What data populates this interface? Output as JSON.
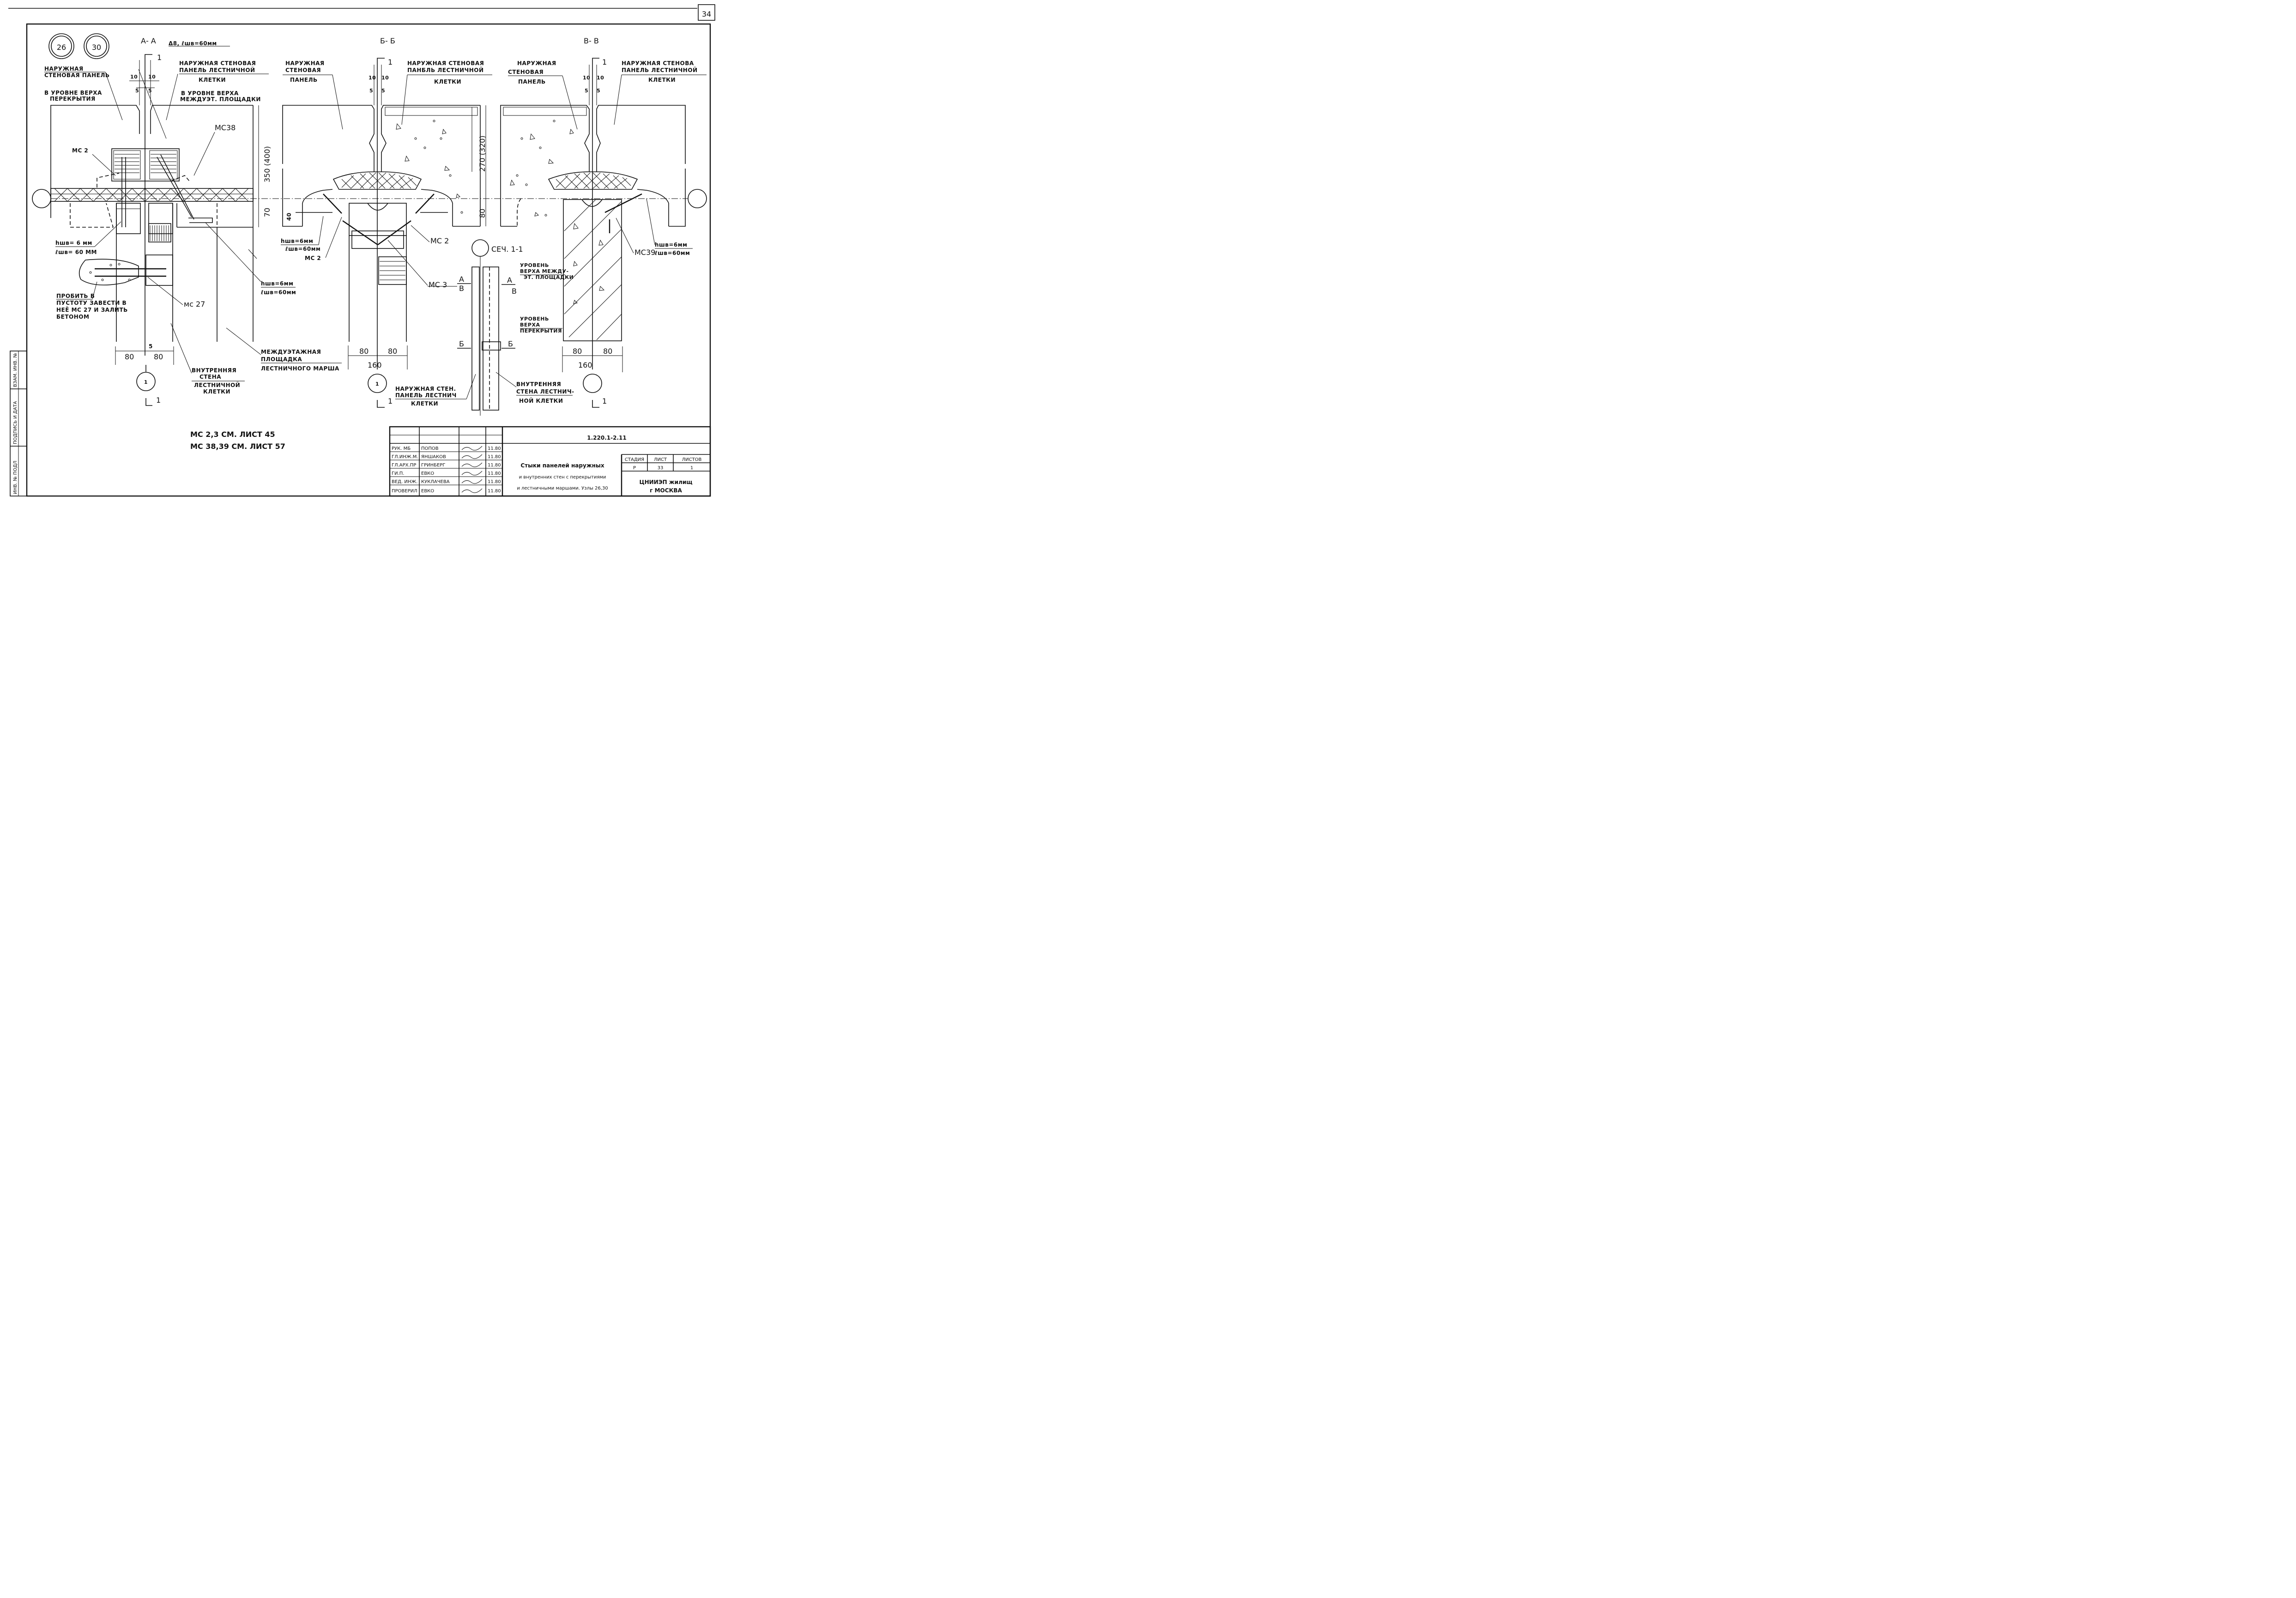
{
  "sheet_number": "34",
  "node_marks": {
    "node_a": "26",
    "node_b": "30"
  },
  "sections": {
    "aa": "А- А",
    "bb": "Б- Б",
    "vv": "В- В",
    "sec11": "СЕЧ. 1-1",
    "cut_mark": "1",
    "axis_mark": "1"
  },
  "labels": {
    "ext_panel": "НАРУЖНАЯ СТЕНОВАЯ ПАНЕЛЬ",
    "ext_panel_l1": "НАРУЖНАЯ",
    "ext_panel_l2": "СТЕНОВАЯ ПАНЕЛЬ",
    "ext_panel_b_l1": "НАРУЖНАЯ",
    "ext_panel_b_l2": "СТЕНОВАЯ",
    "ext_panel_b_l3": "ПАНЕЛЬ",
    "ext_panel_v_l1": "НАРУЖНАЯ",
    "ext_panel_v_l2": "СТЕНОВАЯ",
    "ext_panel_v_l3": "ПАНЕЛЬ",
    "level_floor_l1": "В УРОВНЕ ВЕРХА",
    "level_floor_l2": "ПЕРЕКРЫТИЯ",
    "stair_panel_a_l1": "НАРУЖНАЯ СТЕНОВАЯ",
    "stair_panel_a_l2": "ПАНЕЛЬ ЛЕСТНИЧНОЙ",
    "stair_panel_a_l3": "КЛЕТКИ",
    "level_landing_l1": "В УРОВНЕ ВЕРХА",
    "level_landing_l2": "МЕЖДУЭТ. ПЛОЩАДКИ",
    "stair_panel_b_l1": "НАРУЖНАЯ СТЕНОВАЯ",
    "stair_panel_b_l2": "ПАНБЛЬ ЛЕСТНИЧНОЙ",
    "stair_panel_b_l3": "КЛЕТКИ",
    "stair_panel_v_l1": "НАРУЖНАЯ СТЕНОВА",
    "stair_panel_v_l2": "ПАНЕЛЬ ЛЕСТНИЧНОЙ",
    "stair_panel_v_l3": "КЛЕТКИ",
    "weld_a_top": "Δ8, ℓшв=60мм",
    "ms2": "МС 2",
    "ms38": "МС38",
    "ms2_b": "МС 2",
    "ms2_c": "МС 2",
    "ms3": "МС 3",
    "ms39": "МС39",
    "ms27": "мс 27",
    "weld_a1_l1": "hшв= 6 мм",
    "weld_a1_l2": "ℓшв= 60 ММ",
    "weld_a2_l1": "hшв=6мм",
    "weld_a2_l2": "ℓшв=60мм",
    "weld_b_l1": "hшв=6мм",
    "weld_b_l2": "ℓшв=60мм",
    "weld_v_l1": "hшв=6мм",
    "weld_v_l2": "ℓшв=60мм",
    "punch_l1": "ПРОБИТЬ В",
    "punch_l2": "ПУСТОТУ ЗАВЕСТИ В",
    "punch_l3": "НЕЁ МС 27 И ЗАЛИТЬ",
    "punch_l4": "БЕТОНОМ",
    "landing_l1": "МЕЖДУЭТАЖНАЯ",
    "landing_l2": "ПЛОЩАДКА",
    "landing_l3": "ЛЕСТНИЧНОГО МАРША",
    "inner_wall_l1": "ВНУТРЕННЯЯ",
    "inner_wall_l2": "СТЕНА",
    "inner_wall_l3": "ЛЕСТНИЧНОЙ",
    "inner_wall_l4": "КЛЕТКИ",
    "sec_lvl_landing_l1": "УРОВЕНЬ",
    "sec_lvl_landing_l2": "ВЕРХА МЕЖДУ-",
    "sec_lvl_landing_l3": "ЭТ. ПЛОЩАДКИ",
    "sec_lvl_floor_l1": "УРОВЕНЬ",
    "sec_lvl_floor_l2": "ВЕРХА",
    "sec_lvl_floor_l3": "ПЕРЕКРЫТИЯ",
    "sec_ext_l1": "НАРУЖНАЯ СТЕН.",
    "sec_ext_l2": "ПАНЕЛЬ ЛЕСТНИЧ",
    "sec_ext_l3": "КЛЕТКИ",
    "sec_int_l1": "ВНУТРЕННЯЯ",
    "sec_int_l2": "СТЕНА ЛЕСТНИЧ-",
    "sec_int_l3": "НОЙ КЛЕТКИ",
    "sec_A": "А",
    "sec_B": "В",
    "sec_Bb": "Б"
  },
  "dimensions": {
    "d10": "10",
    "d5": "5",
    "d80": "80",
    "d160": "160",
    "d350": "350 (400)",
    "d270": "270 (320)",
    "d70": "70",
    "d40": "40"
  },
  "notes": {
    "n1": "МС 2,3 СМ. ЛИСТ 45",
    "n2": "МС 38,39 СМ. ЛИСТ 57"
  },
  "side_stamp": {
    "s1": "ИНВ. № ПОДЛ",
    "s2": "ПОДПИСЬ И ДАТА",
    "s3": "ВЗАМ. ИНВ. №"
  },
  "title_block": {
    "code": "1.220.1-2.11",
    "title_l1": "Стыки панелей наружных",
    "title_l2": "и внутренних стен с перекрытиями",
    "title_l3": "и лестничными маршами. Узлы 26,30",
    "stage_h": "СТАДИЯ",
    "sheet_h": "ЛИСТ",
    "sheets_h": "ЛИСТОВ",
    "stage": "Р",
    "sheet": "33",
    "sheets": "1",
    "org_l1": "ЦНИИЭП жилищ",
    "org_l2": "г МОСКВА",
    "rows": [
      {
        "role": "РУК. МБ",
        "name": "ПОПОВ",
        "date": "11.80"
      },
      {
        "role": "ГЛ.ИНЖ.М.",
        "name": "ЯНШАКОВ",
        "date": "11.80"
      },
      {
        "role": "ГЛ.АРХ.ПР",
        "name": "ГРИНБЕРГ",
        "date": "11.80"
      },
      {
        "role": "ГИ.П.",
        "name": "ЕВКО",
        "date": "11.80"
      },
      {
        "role": "ВЕД. ИНЖ.",
        "name": "КУКЛАЧЕВА",
        "date": "11.80"
      },
      {
        "role": "ПРОВЕРИЛ",
        "name": "ЕВКО",
        "date": "11.80"
      }
    ]
  }
}
